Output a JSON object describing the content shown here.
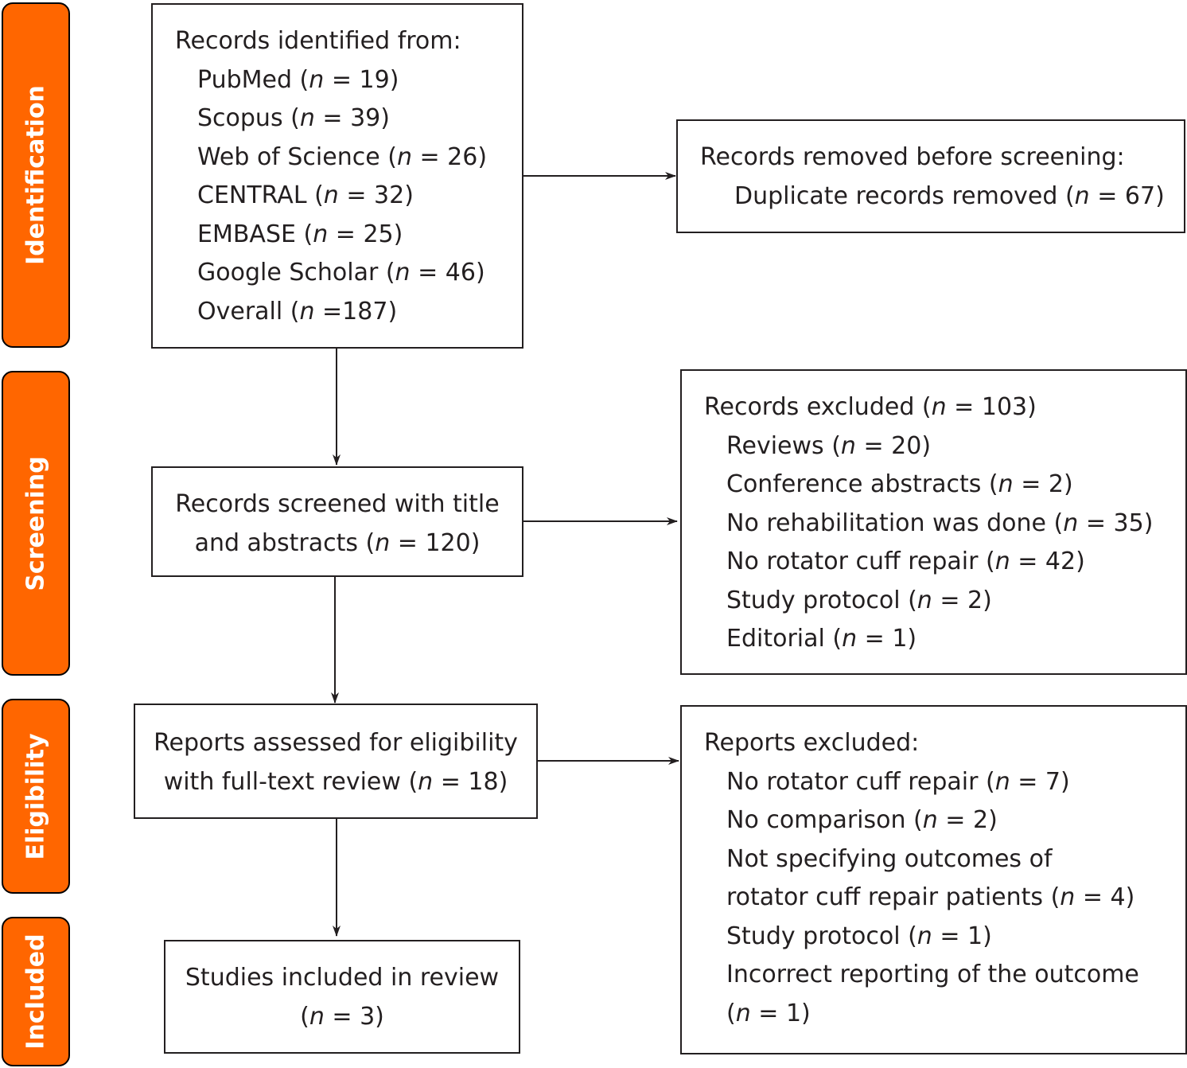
{
  "stages": {
    "identification": "Identification",
    "screening": "Screening",
    "eligibility": "Eligibility",
    "included": "Included"
  },
  "identified": {
    "title": "Records identified from:",
    "items": [
      {
        "name": "PubMed",
        "count": "19"
      },
      {
        "name": "Scopus",
        "count": "39"
      },
      {
        "name": "Web of Science",
        "count": "26"
      },
      {
        "name": "CENTRAL",
        "count": "32"
      },
      {
        "name": "EMBASE",
        "count": "25"
      },
      {
        "name": "Google Scholar",
        "count": "46"
      }
    ],
    "overall_label": "Overall",
    "overall_count": "187"
  },
  "removed": {
    "title": "Records removed before screening:",
    "item_label": "Duplicate records removed",
    "item_count": "67"
  },
  "screened": {
    "line1": "Records screened with title",
    "line2_label": "and abstracts",
    "count": "120"
  },
  "records_excluded": {
    "title": "Records excluded",
    "total": "103",
    "items": [
      {
        "label": "Reviews",
        "count": "20"
      },
      {
        "label": "Conference abstracts",
        "count": "2"
      },
      {
        "label": "No rehabilitation was done",
        "count": "35"
      },
      {
        "label": "No rotator cuff repair",
        "count": "42"
      },
      {
        "label": "Study protocol",
        "count": "2"
      },
      {
        "label": "Editorial",
        "count": "1"
      }
    ]
  },
  "assessed": {
    "line1": "Reports assessed for eligibility",
    "line2_label": "with full-text review",
    "count": "18"
  },
  "reports_excluded": {
    "title": "Reports excluded:",
    "items": [
      {
        "label": "No rotator cuff repair",
        "count": "7"
      },
      {
        "label": "No comparison",
        "count": "2"
      }
    ],
    "item3_line1": "Not specifying outcomes of",
    "item3_line2": "rotator cuff repair patients",
    "item3_count": "4",
    "item4_label": "Study protocol",
    "item4_count": "1",
    "item5_line1": "Incorrect reporting of the outcome",
    "item5_count": "1"
  },
  "included": {
    "line1": "Studies included in review",
    "count": "3"
  },
  "n_symbol": "n",
  "colors": {
    "stage_fill": "#FF6600",
    "stage_text": "#FFFFFF",
    "line": "#231F20"
  }
}
